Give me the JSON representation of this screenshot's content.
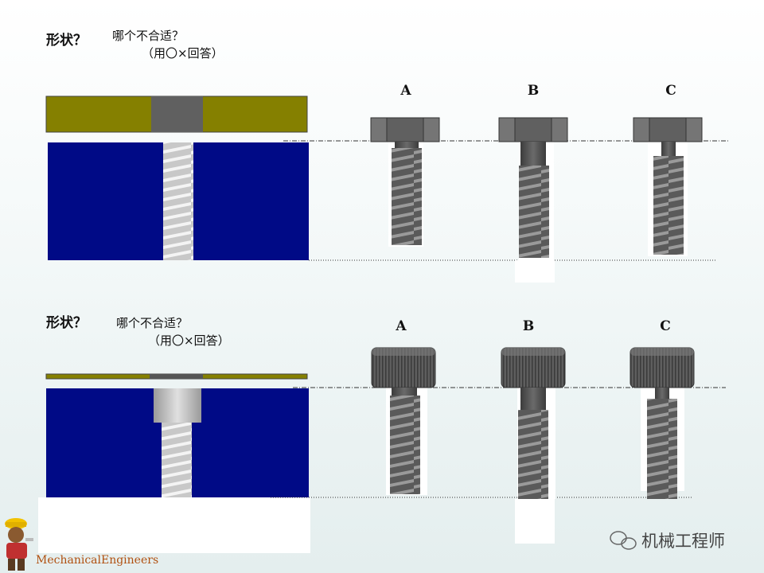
{
  "section1": {
    "heading": "形状？",
    "question": "哪个不合适？",
    "hint": "（用〇×回答）",
    "options": [
      "A",
      "B",
      "C"
    ]
  },
  "section2": {
    "heading": "形状？",
    "question": "哪个不合适？",
    "hint": "（用〇×回答）",
    "options": [
      "A",
      "B",
      "C"
    ]
  },
  "watermark": "机械工程师",
  "brand": "MechanicalEngineers",
  "colors": {
    "plate": "#858000",
    "base": "#000a86",
    "screw": "#555555",
    "clearance": "#ffffff"
  }
}
